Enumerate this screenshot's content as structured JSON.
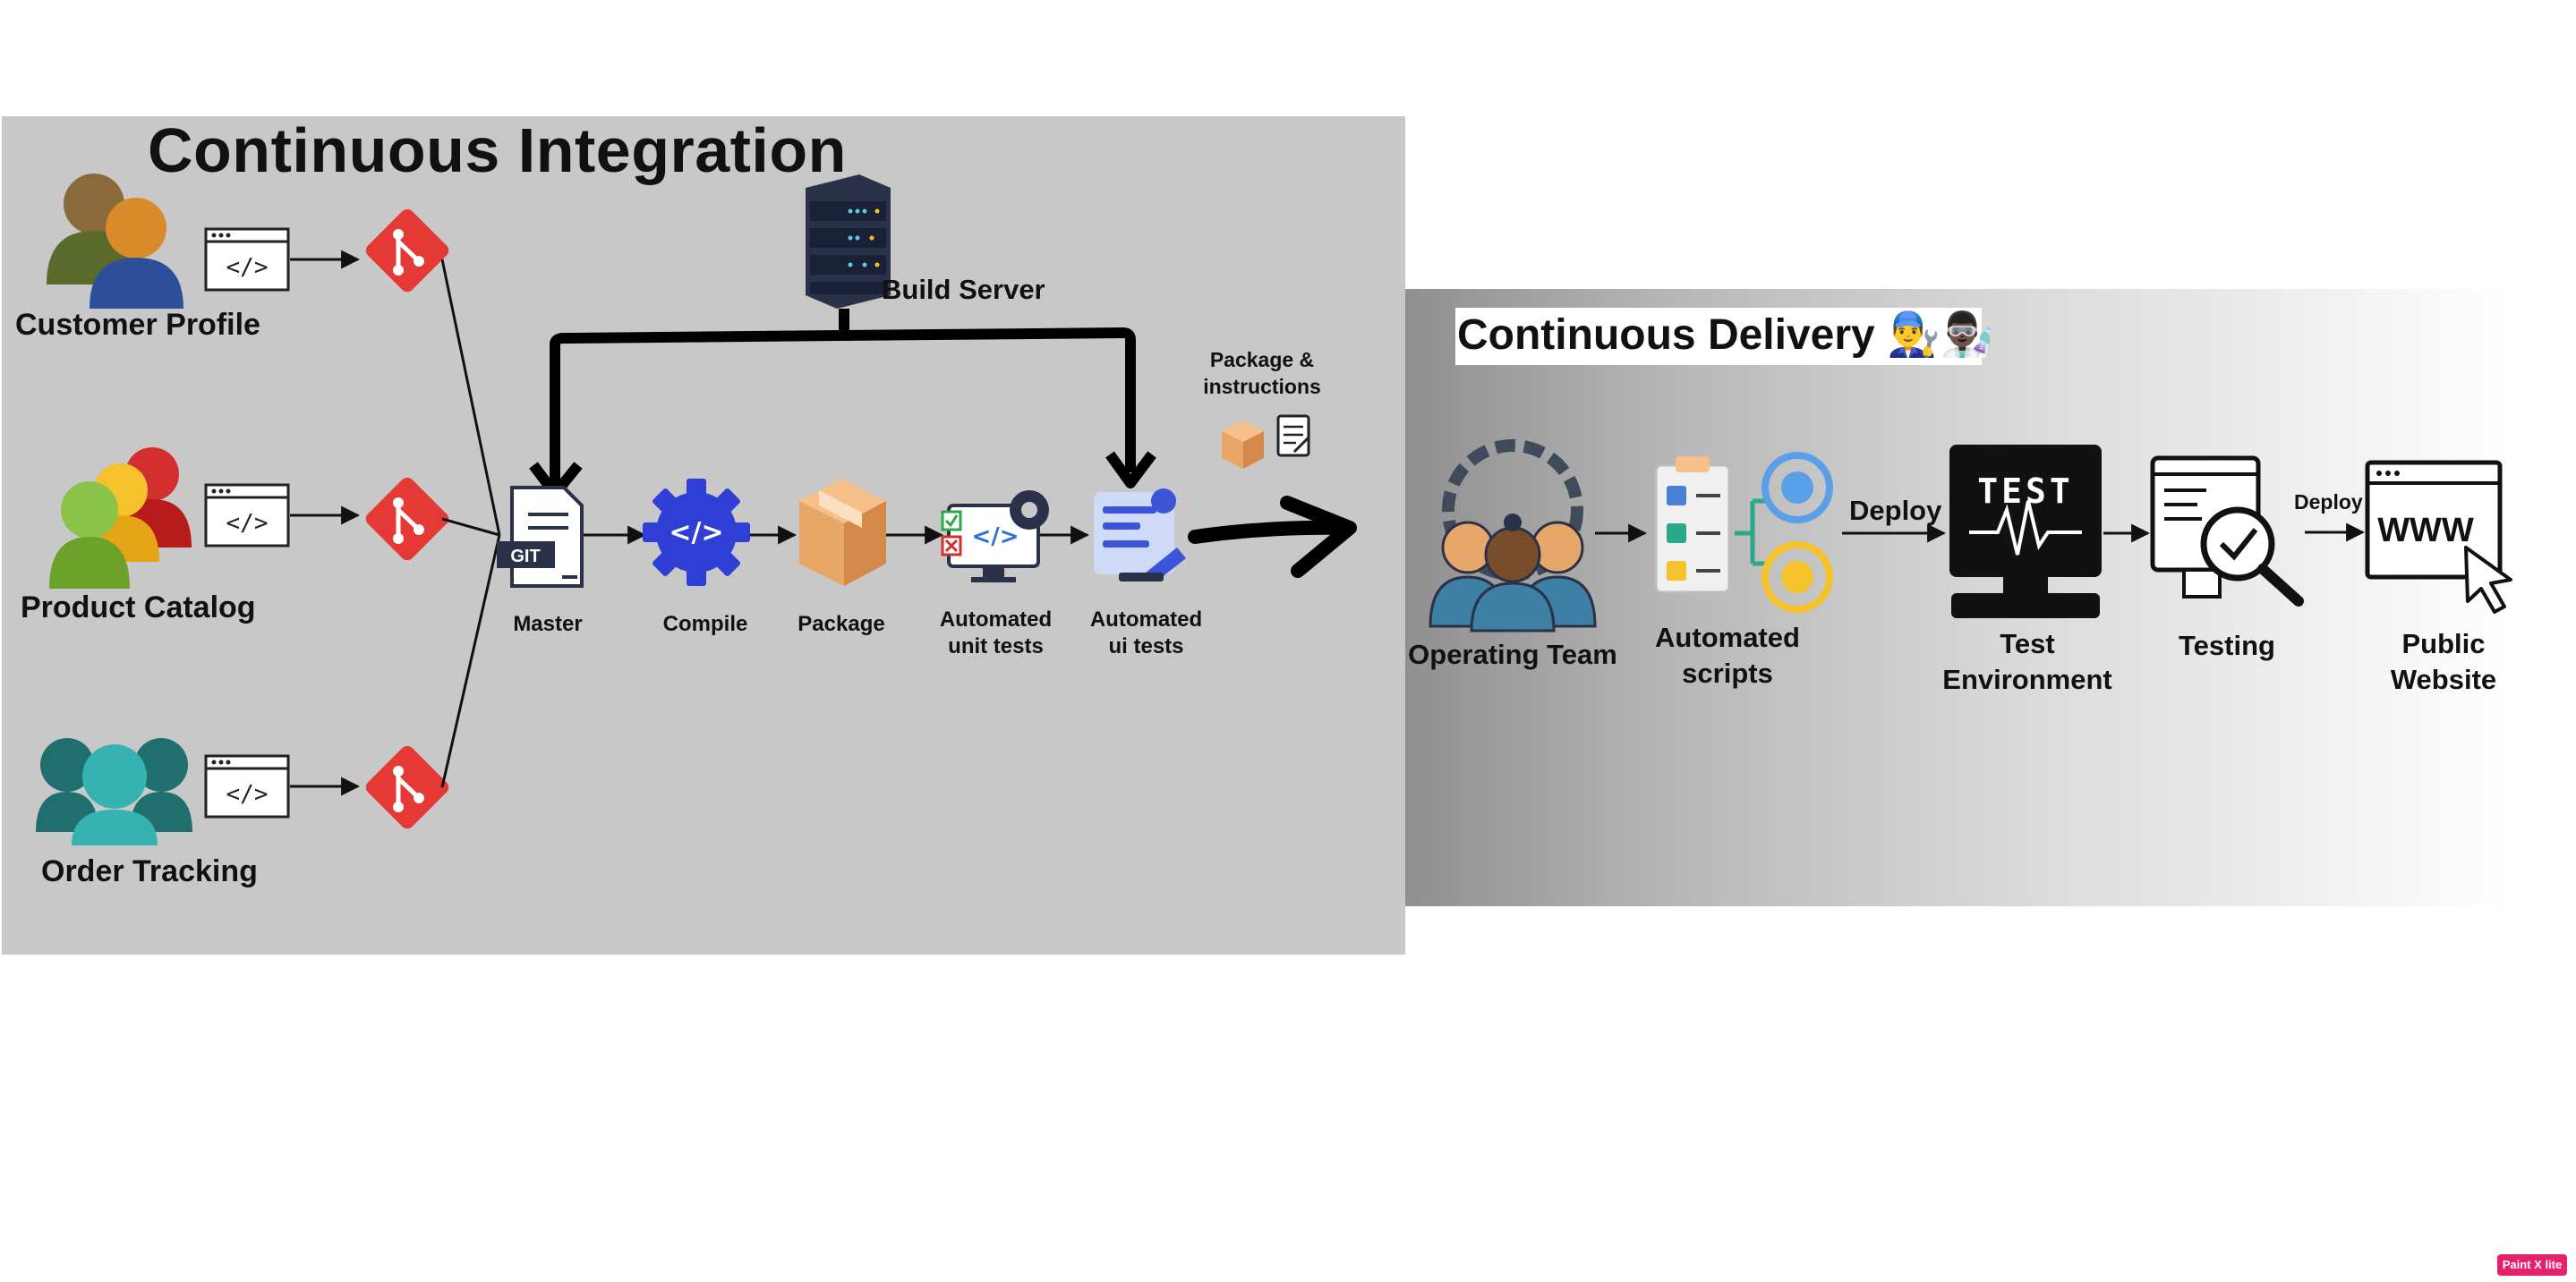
{
  "ci": {
    "title": "Continuous Integration",
    "services": [
      {
        "label": "Customer Profile"
      },
      {
        "label": "Product Catalog"
      },
      {
        "label": "Order Tracking"
      }
    ],
    "build_server": "Build Server",
    "git_badge": "GIT",
    "stages": [
      {
        "line1": "Master",
        "line2": ""
      },
      {
        "line1": "Compile",
        "line2": ""
      },
      {
        "line1": "Package",
        "line2": ""
      },
      {
        "line1": "Automated",
        "line2": "unit tests"
      },
      {
        "line1": "Automated",
        "line2": "ui tests"
      }
    ],
    "package_note": {
      "line1": "Package &",
      "line2": "instructions"
    }
  },
  "cd": {
    "title": "Continuous Delivery 👨‍🔧👨🏿‍🔬",
    "operating_team": "Operating Team",
    "automated_scripts": {
      "line1": "Automated",
      "line2": "scripts"
    },
    "deploy_1": "Deploy",
    "test_screen": "TEST",
    "test_environment": {
      "line1": "Test",
      "line2": "Environment"
    },
    "testing": "Testing",
    "deploy_2": "Deploy",
    "www": "WWW",
    "public_website": {
      "line1": "Public",
      "line2": "Website"
    }
  },
  "watermark": "Paint X lite",
  "colors": {
    "ci_panel": "#c8c8c8",
    "git_red": "#e53935",
    "compile_blue": "#2f3fd6",
    "package_tan": "#e8a765",
    "team_teal": "#2e8b8b"
  }
}
